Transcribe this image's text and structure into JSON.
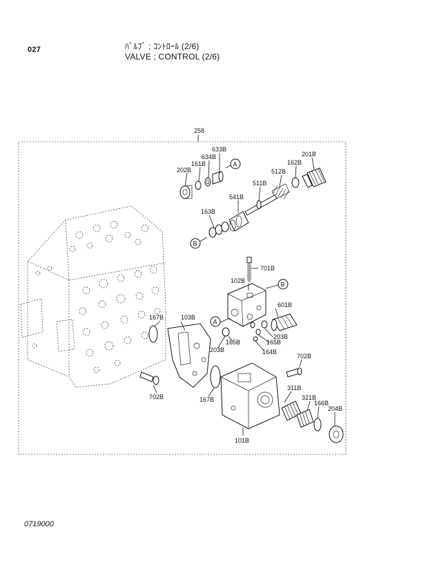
{
  "header": {
    "page_number": "027",
    "title_jp": "ﾊﾞﾙﾌﾞ ; ｺﾝﾄﾛｰﾙ (2/6)",
    "title_en": "VALVE ; CONTROL (2/6)"
  },
  "footer": {
    "drawing_code": "0719000"
  },
  "diagram": {
    "assembly_label": "258",
    "callouts": {
      "A": "A",
      "B": "B"
    },
    "parts": {
      "p633B": "633B",
      "p634B": "634B",
      "p161B": "161B",
      "p202B": "202B",
      "p201B": "201B",
      "p162B": "162B",
      "p512B": "512B",
      "p511B": "511B",
      "p541B": "541B",
      "p163B": "163B",
      "p701B": "701B",
      "p102B": "102B",
      "p601B": "601B",
      "p167B_a": "167B",
      "p103B": "103B",
      "p165B_a": "165B",
      "p165B_b": "165B",
      "p203B_a": "203B",
      "p203B_b": "203B",
      "p164B": "164B",
      "p702B_a": "702B",
      "p702B_b": "702B",
      "p311B": "311B",
      "p167B_b": "167B",
      "p321B": "321B",
      "p166B": "166B",
      "p204B": "204B",
      "p101B": "101B"
    }
  }
}
